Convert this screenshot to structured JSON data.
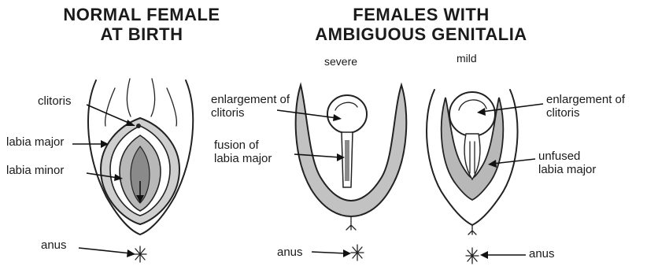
{
  "titles": {
    "left": "NORMAL FEMALE\nAT BIRTH",
    "right": "FEMALES WITH\nAMBIGUOUS GENITALIA"
  },
  "subtitles": {
    "severe": "severe",
    "mild": "mild"
  },
  "labels": {
    "normal": {
      "clitoris": "clitoris",
      "labia_major": "labia major",
      "labia_minor": "labia minor",
      "anus": "anus"
    },
    "severe": {
      "enlargement": "enlargement of\nclitoris",
      "fusion": "fusion of\nlabia major",
      "anus": "anus"
    },
    "mild": {
      "enlargement": "enlargement of\nclitoris",
      "unfused": "unfused\nlabia major",
      "anus": "anus"
    }
  }
}
